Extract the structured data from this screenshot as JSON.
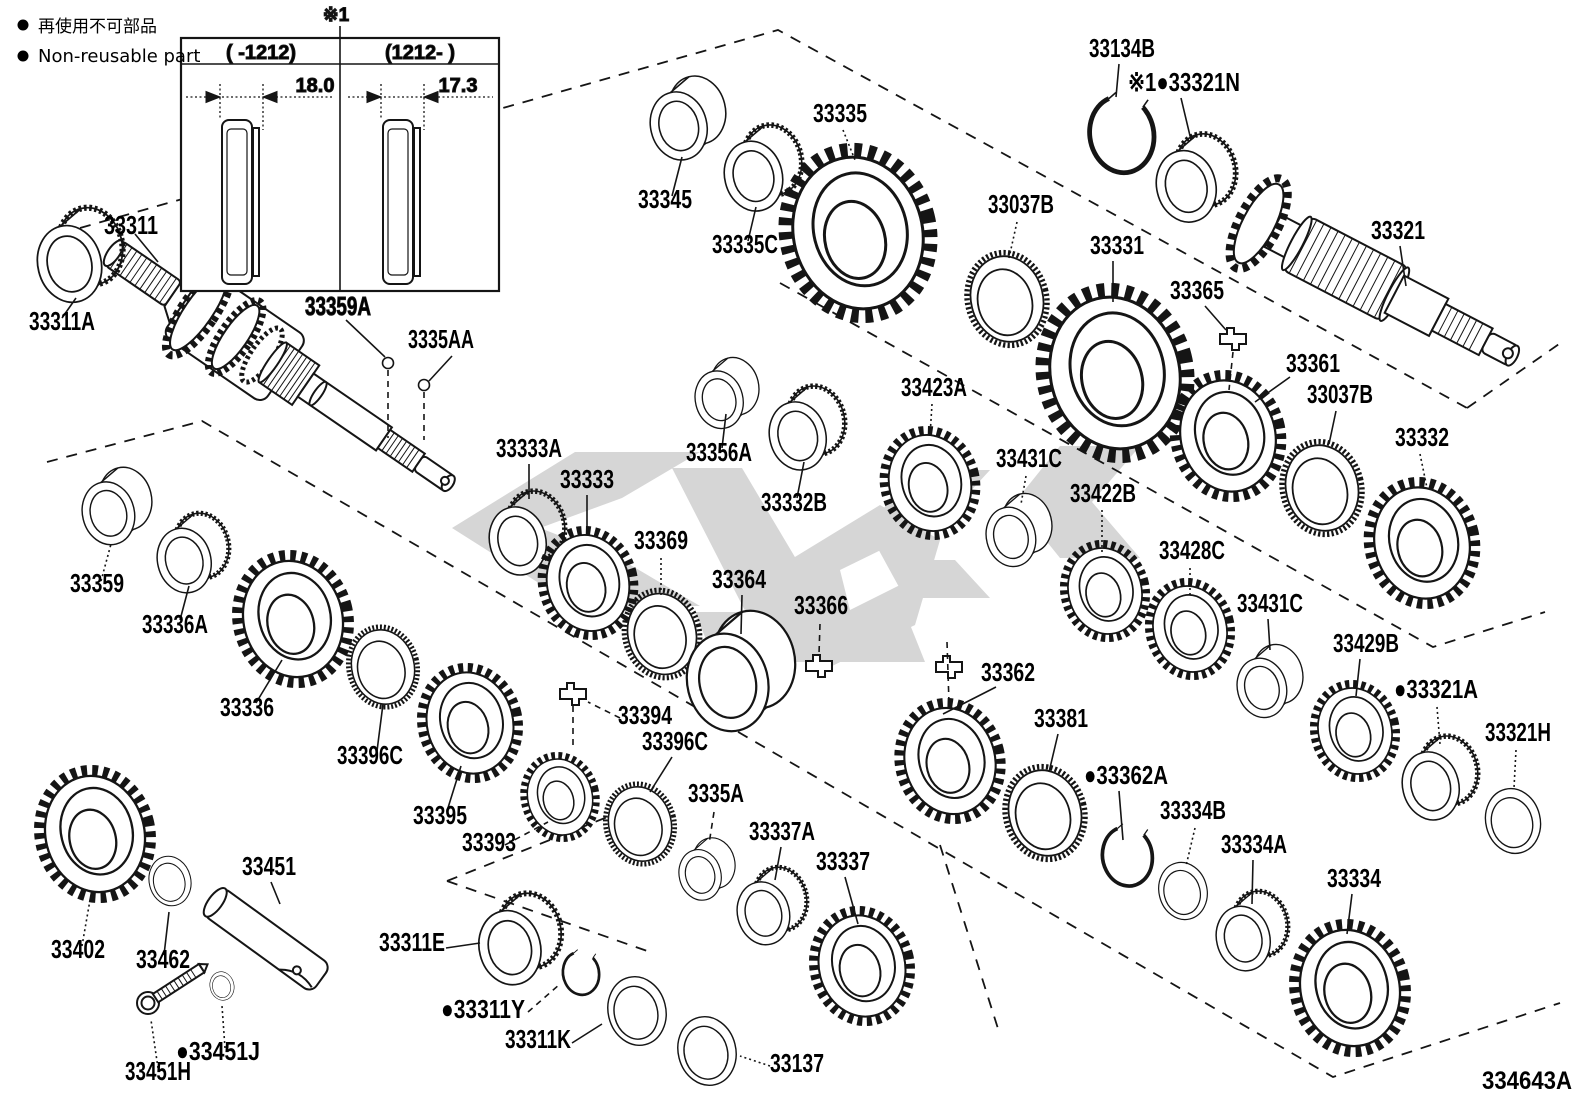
{
  "legend": {
    "note_jp": "再使用不可部品",
    "note_en": "Non-reusable part"
  },
  "inset": {
    "ref_mark": "※1",
    "col_left": "( -1212)",
    "col_right": "(1212- )",
    "dim_left": "18.0",
    "dim_right": "17.3",
    "label": "33359A"
  },
  "figure_code": "334643A",
  "labels": [
    {
      "id": "33311",
      "text": "33311"
    },
    {
      "id": "33311A",
      "text": "33311A"
    },
    {
      "id": "3335AA",
      "text": "3335AA"
    },
    {
      "id": "33345",
      "text": "33345"
    },
    {
      "id": "33335C",
      "text": "33335C"
    },
    {
      "id": "33335",
      "text": "33335"
    },
    {
      "id": "33037B-a",
      "text": "33037B"
    },
    {
      "id": "33331",
      "text": "33331"
    },
    {
      "id": "33365",
      "text": "33365"
    },
    {
      "id": "33134B",
      "text": "33134B"
    },
    {
      "id": "33321N",
      "text": "※1●33321N"
    },
    {
      "id": "33321",
      "text": "33321"
    },
    {
      "id": "33361",
      "text": "33361"
    },
    {
      "id": "33037B-b",
      "text": "33037B"
    },
    {
      "id": "33332",
      "text": "33332"
    },
    {
      "id": "33333A",
      "text": "33333A"
    },
    {
      "id": "33333",
      "text": "33333"
    },
    {
      "id": "33356A",
      "text": "33356A"
    },
    {
      "id": "33332B",
      "text": "33332B"
    },
    {
      "id": "33423A",
      "text": "33423A"
    },
    {
      "id": "33431C-a",
      "text": "33431C"
    },
    {
      "id": "33422B",
      "text": "33422B"
    },
    {
      "id": "33428C",
      "text": "33428C"
    },
    {
      "id": "33431C-b",
      "text": "33431C"
    },
    {
      "id": "33429B",
      "text": "33429B"
    },
    {
      "id": "33321A",
      "text": "●33321A"
    },
    {
      "id": "33321H",
      "text": "33321H"
    },
    {
      "id": "33369",
      "text": "33369"
    },
    {
      "id": "33364",
      "text": "33364"
    },
    {
      "id": "33366",
      "text": "33366"
    },
    {
      "id": "33362",
      "text": "33362"
    },
    {
      "id": "33381",
      "text": "33381"
    },
    {
      "id": "33362A",
      "text": "●33362A"
    },
    {
      "id": "33334B",
      "text": "33334B"
    },
    {
      "id": "33334A",
      "text": "33334A"
    },
    {
      "id": "33334",
      "text": "33334"
    },
    {
      "id": "33359",
      "text": "33359"
    },
    {
      "id": "33336A",
      "text": "33336A"
    },
    {
      "id": "33336",
      "text": "33336"
    },
    {
      "id": "33396C-a",
      "text": "33396C"
    },
    {
      "id": "33395",
      "text": "33395"
    },
    {
      "id": "33393",
      "text": "33393"
    },
    {
      "id": "33394",
      "text": "33394"
    },
    {
      "id": "33396C-b",
      "text": "33396C"
    },
    {
      "id": "3335A",
      "text": "3335A"
    },
    {
      "id": "33337A",
      "text": "33337A"
    },
    {
      "id": "33337",
      "text": "33337"
    },
    {
      "id": "33402",
      "text": "33402"
    },
    {
      "id": "33462",
      "text": "33462"
    },
    {
      "id": "33451",
      "text": "33451"
    },
    {
      "id": "33311E",
      "text": "33311E"
    },
    {
      "id": "33311Y",
      "text": "●33311Y"
    },
    {
      "id": "33311K",
      "text": "33311K"
    },
    {
      "id": "33137",
      "text": "33137"
    },
    {
      "id": "33451J",
      "text": "●33451J"
    },
    {
      "id": "33451H",
      "text": "33451H"
    }
  ]
}
